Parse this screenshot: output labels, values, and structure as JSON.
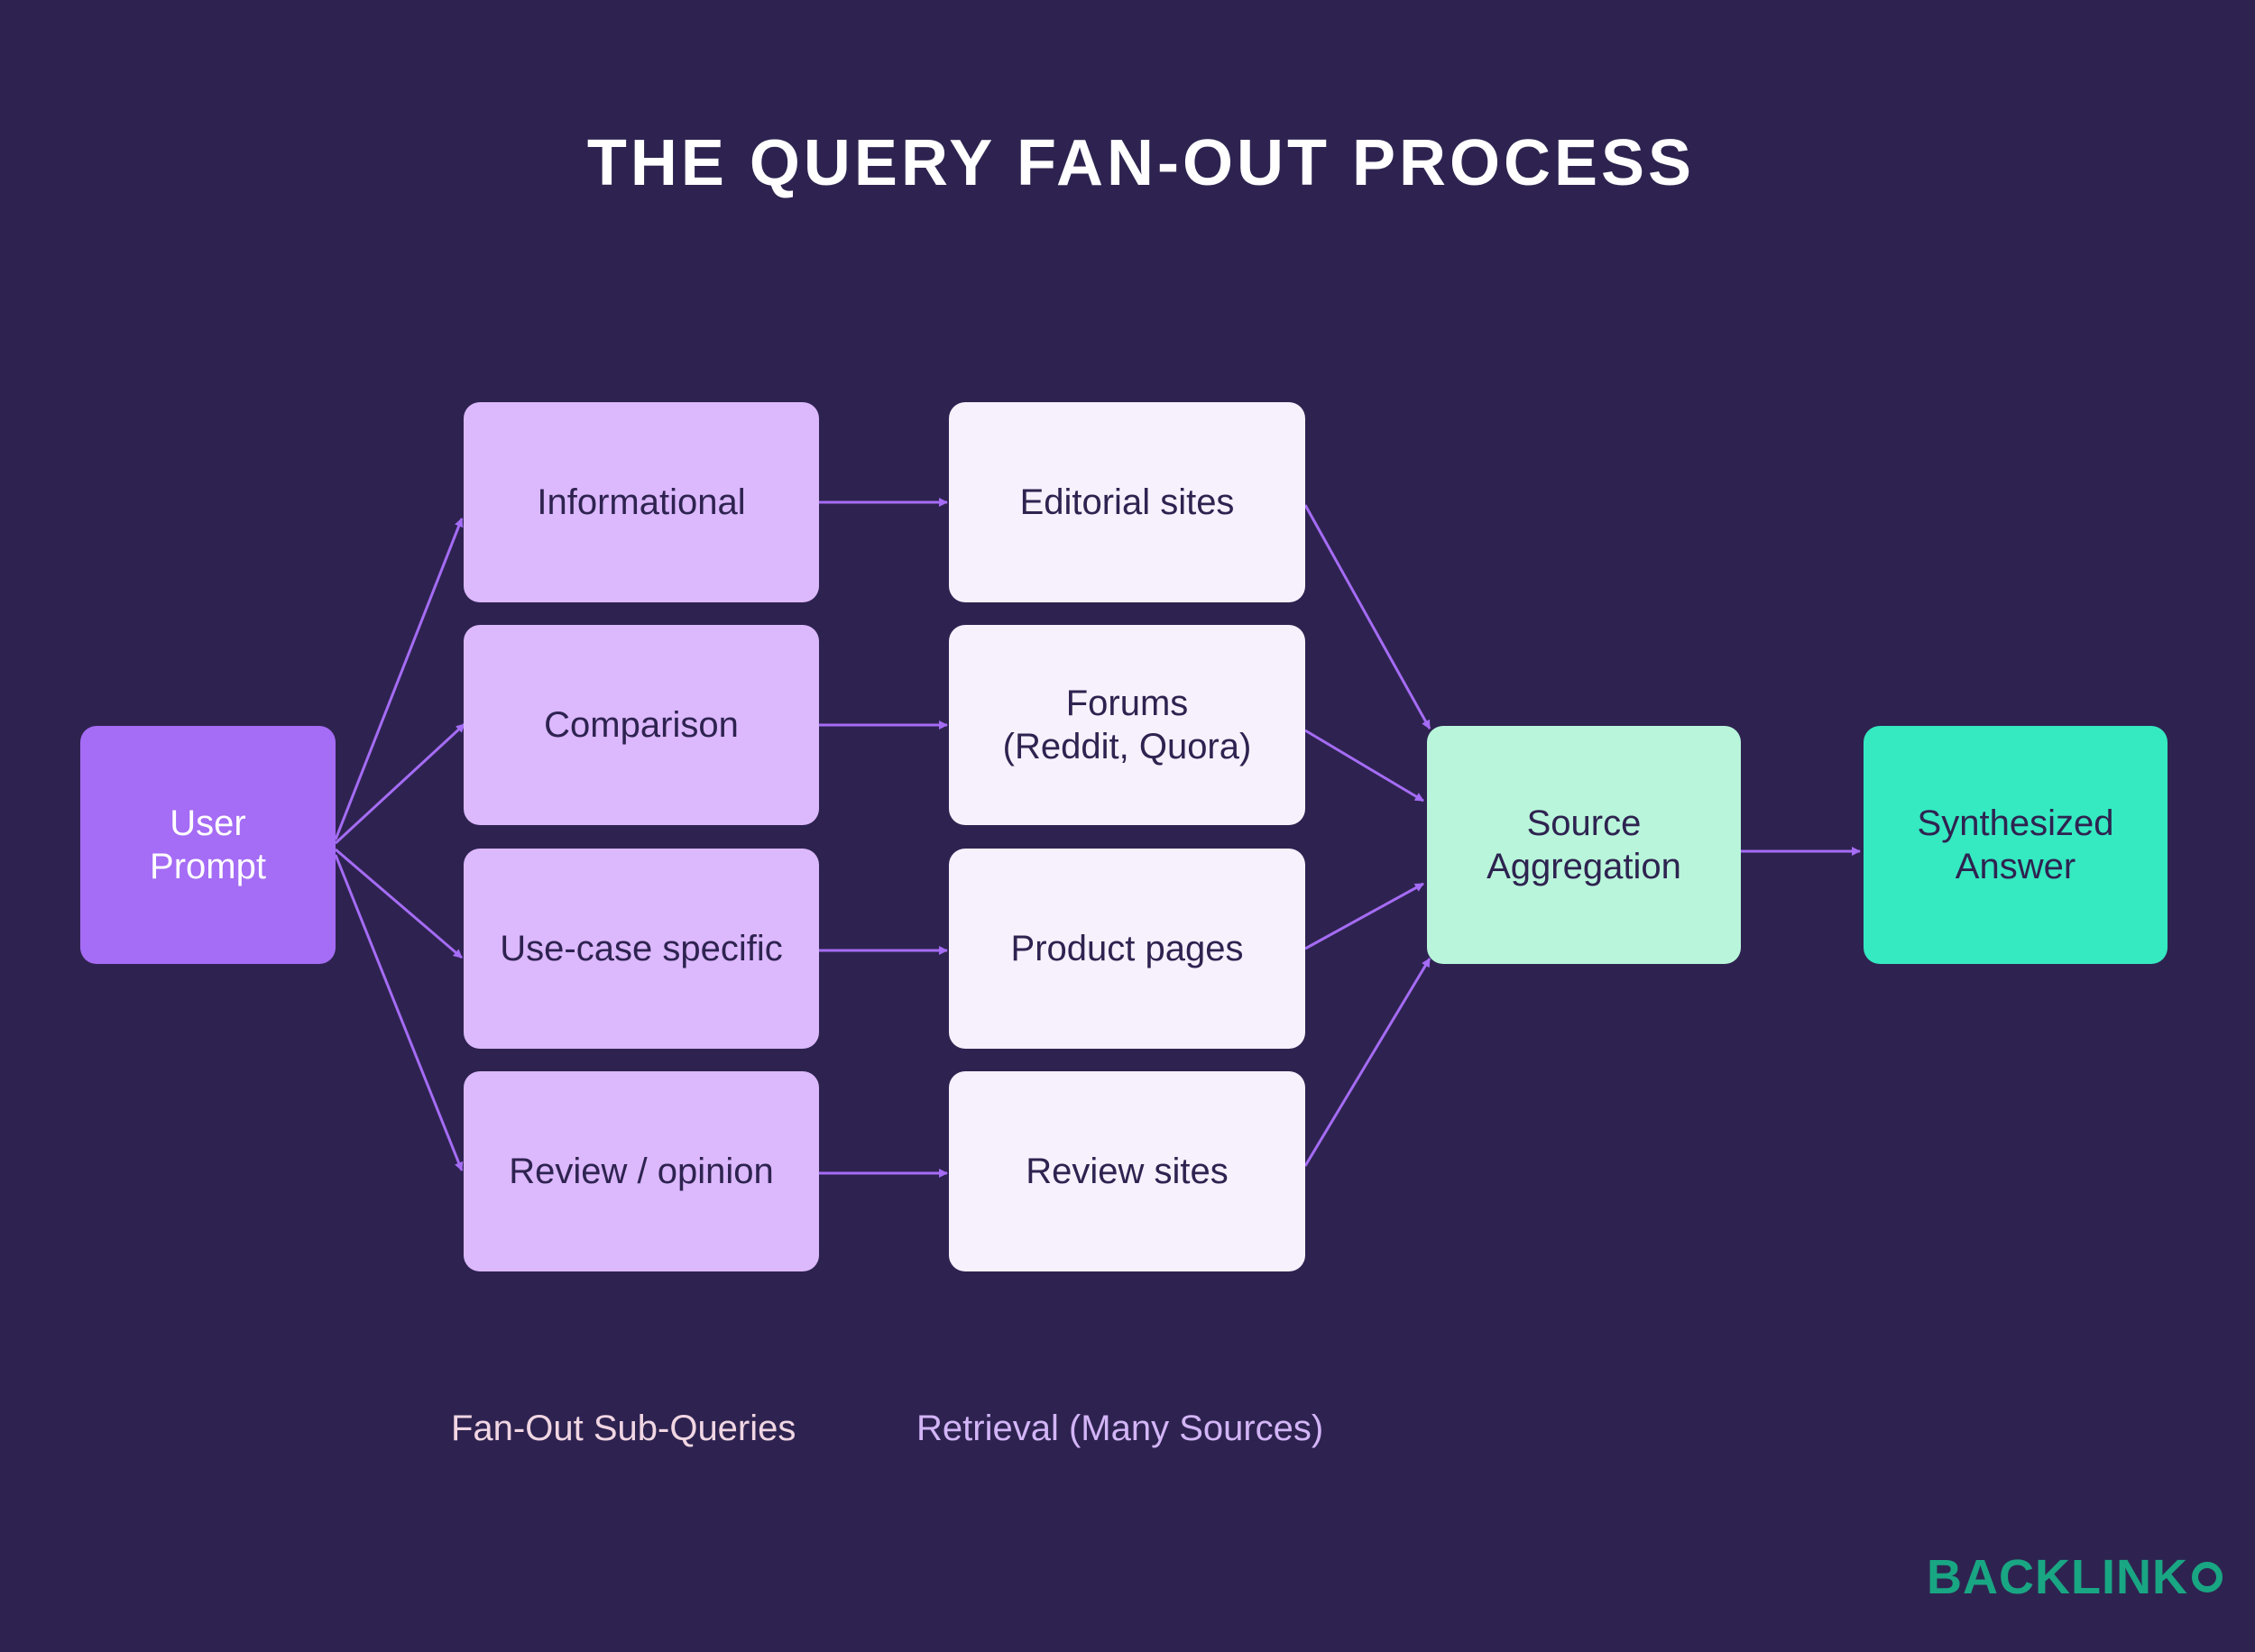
{
  "title": "THE QUERY FAN-OUT PROCESS",
  "nodes": {
    "user_prompt": "User\nPrompt",
    "sub_queries": [
      "Informational",
      "Comparison",
      "Use-case specific",
      "Review / opinion"
    ],
    "sources": [
      "Editorial sites",
      "Forums\n(Reddit, Quora)",
      "Product pages",
      "Review sites"
    ],
    "aggregation": "Source\nAggregation",
    "answer": "Synthesized\nAnswer"
  },
  "captions": {
    "fan_out": "Fan-Out Sub-Queries",
    "retrieval": "Retrieval (Many Sources)"
  },
  "logo": {
    "text": "BACKLINK",
    "color": "#19a683"
  },
  "colors": {
    "background": "#2e2350",
    "user_prompt": "#a56cf5",
    "sub_query": "#dcb8fd",
    "source": "#f6f1fd",
    "aggregation": "#b9f5db",
    "answer": "#35e9c1",
    "arrow": "#a56cf5"
  }
}
